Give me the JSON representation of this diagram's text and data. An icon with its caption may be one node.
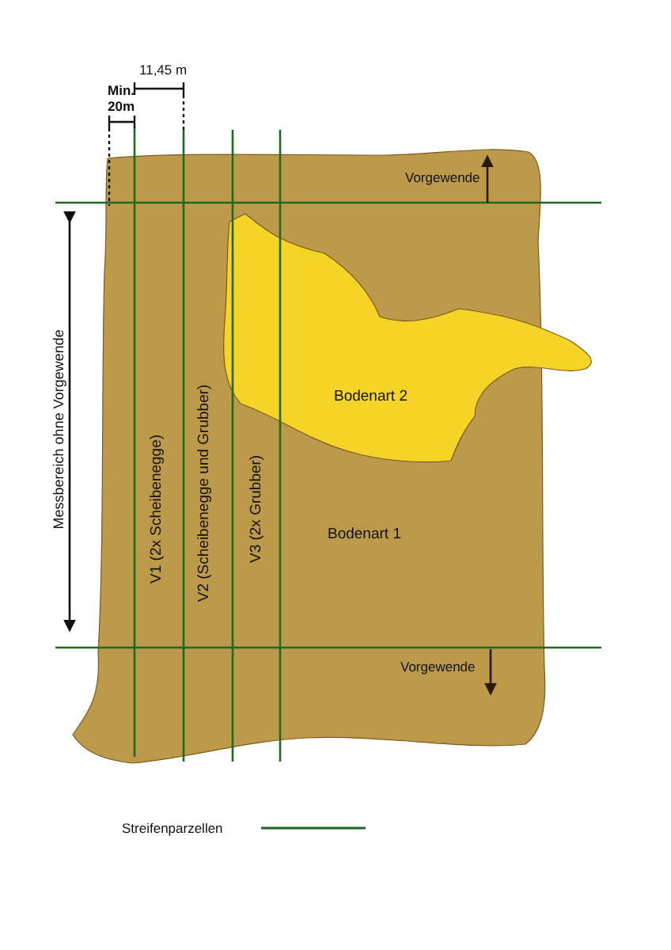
{
  "diagram": {
    "nodes": [
      {
        "text": [
          "Bodenart 1"
        ]
      },
      {
        "text": [
          "Bodenart 2"
        ],
        "in": 0
      }
    ],
    "edges": [],
    "labels": [
      "11,45 m",
      "Min. 20m",
      "Vorgewende",
      "Messbereich ohne Vorgewende",
      "V1 (2x Scheibenegge)",
      "V2 (Scheibenegge und Grubber)",
      "V3 (2x Grubber)",
      "Vorgewende"
    ],
    "legend": [
      {
        "text": "Streifenparzellen"
      }
    ]
  }
}
